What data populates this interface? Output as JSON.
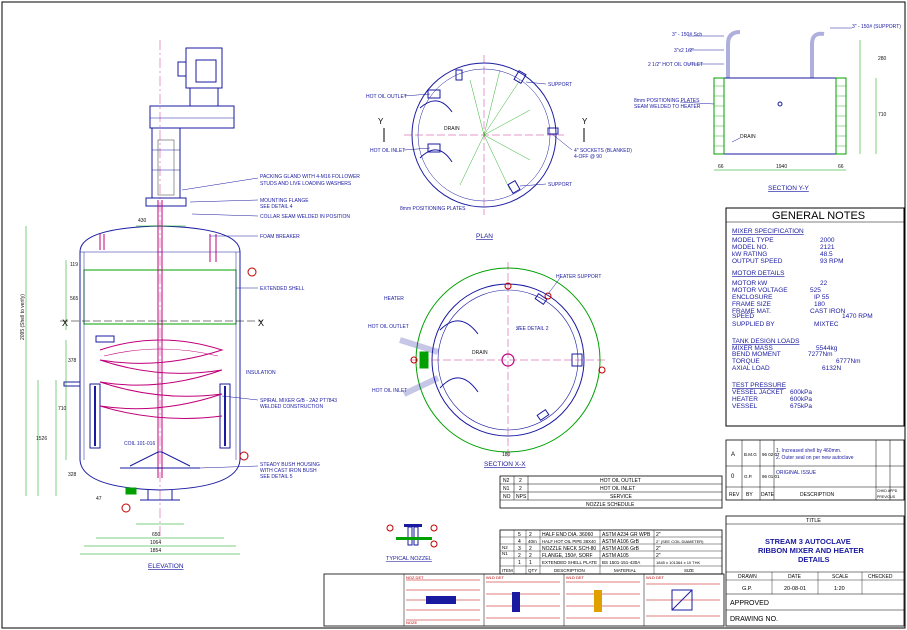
{
  "views": {
    "elevation": "ELEVATION",
    "plan": "PLAN",
    "section_xx": "SECTION X-X",
    "section_yy": "SECTION Y-Y",
    "typical_nozzel": "TYPICAL NOZZEL"
  },
  "elevation_labels": {
    "packing_gland": "PACKING GLAND WITH 4-M16 FOLLOWER",
    "packing_gland_2": "STUDS AND LIVE LOADING WASHERS",
    "mounting_flange": "MOUNTING FLANGE",
    "mounting_flange_2": "SEE DETAIL 4",
    "collar": "COLLAR SEAM WELDED IN POSITION",
    "foam_breaker": "FOAM BREAKER",
    "extended_shell": "EXTENDED SHELL",
    "spiral_mixer": "SPIRAL MIXER G/B - 2A2 PT7843",
    "spiral_mixer_2": "WELDED CONSTRUCTION",
    "steady_bush": "STEADY BUSH HOUSING",
    "steady_bush_2": "WITH CAST IRON BUSH",
    "steady_bush_3": "SEE DETAIL 5",
    "insulation": "INSULATION",
    "coil": "COIL 101-016",
    "dim_430": "430",
    "dim_119": "119",
    "dim_565": "565",
    "dim_2095": "2095 (Shell to verify)",
    "dim_1526": "1526",
    "dim_710": "710",
    "dim_378": "378",
    "dim_328": "328",
    "dim_47": "47",
    "dim_650": "650",
    "dim_1064": "1064",
    "dim_1854": "1854",
    "x": "X"
  },
  "plan_labels": {
    "hot_oil_outlet": "HOT OIL OUTLET",
    "hot_oil_inlet": "HOT OIL INLET",
    "support": "SUPPORT",
    "drain": "DRAIN",
    "sockets": "4\" SOCKETS (BLANKED)",
    "sockets_2": "4-OFF @ 90",
    "positioning": "8mm POSITIONING PLATES",
    "y": "Y"
  },
  "section_xx_labels": {
    "heater_support": "HEATER SUPPORT",
    "heater": "HEATER",
    "hot_oil_outlet": "HOT OIL OUTLET",
    "hot_oil_inlet": "HOT OIL INLET",
    "see_detail": "SEE DETAIL 2",
    "drain": "DRAIN",
    "angle": "180"
  },
  "section_yy_labels": {
    "pipe_3": "3\" - 150# Sch",
    "pipe_2": "3\"x2 1/2\"",
    "hot_oil_outlet": "2 1/2\" HOT OIL OUTLET",
    "support": "3\" - 150# (SUPPORT)",
    "positioning": "8mm POSITIONING PLATES",
    "positioning_2": "SEAM WELDED TO HEATER",
    "drain": "DRAIN",
    "dim_1940": "1940",
    "dim_66a": "66",
    "dim_66b": "66",
    "dim_280": "280",
    "dim_710": "710"
  },
  "general_notes": {
    "title": "GENERAL NOTES",
    "mixer_head": "MIXER SPECIFICATION",
    "mixer": [
      {
        "k": "MODEL TYPE",
        "v": "2000"
      },
      {
        "k": "MODEL NO.",
        "v": "2121"
      },
      {
        "k": "kW RATING",
        "v": "48.5"
      },
      {
        "k": "OUTPUT SPEED",
        "v": "93 RPM"
      }
    ],
    "motor_head": "MOTOR DETAILS",
    "motor": [
      {
        "k": "MOTOR kW",
        "v": "22"
      },
      {
        "k": "MOTOR VOLTAGE",
        "v": "525"
      },
      {
        "k": "ENCLOSURE",
        "v": "IP 55"
      },
      {
        "k": "FRAME SIZE",
        "v": "180"
      },
      {
        "k": "FRAME MAT.",
        "v": "CAST IRON"
      },
      {
        "k": "SPEED",
        "v": "1470 RPM"
      },
      {
        "k": "SUPPLIED BY",
        "v": "MIXTEC"
      }
    ],
    "tank_head": "TANK DESIGN LOADS",
    "tank": [
      {
        "k": "MIXER MASS",
        "v": "5544kg"
      },
      {
        "k": "BEND MOMENT",
        "v": "7277Nm"
      },
      {
        "k": "TORQUE",
        "v": "6777Nm"
      },
      {
        "k": "AXIAL LOAD",
        "v": "6132N"
      }
    ],
    "test_head": "TEST PRESSURE",
    "test": [
      {
        "k": "VESSEL JACKET",
        "v": "600kPa"
      },
      {
        "k": "HEATER",
        "v": "600kPa"
      },
      {
        "k": "VESSEL",
        "v": "675kPa"
      }
    ]
  },
  "revisions": {
    "rows": [
      {
        "rev": "A",
        "by": "B.M.G",
        "date": "96 02 07",
        "desc1": "1. Increased shell by 460mm.",
        "desc2": "2. Outer seal on per new autoclave"
      },
      {
        "rev": "0",
        "by": "G.P.",
        "date": "96 01 01",
        "desc1": "ORIGINAL ISSUE",
        "desc2": ""
      }
    ],
    "headers": {
      "rev": "REV",
      "by": "BY",
      "date": "DATE",
      "desc": "DESCRIPTION",
      "chk": "CHKD APPD",
      "prev": "PREVIOUS"
    }
  },
  "nozzle_schedule": {
    "title": "NOZZLE SCHEDULE",
    "headers": {
      "no": "NO",
      "size": "NPS",
      "service": "SERVICE"
    },
    "rows": [
      {
        "no": "N2",
        "size": "2",
        "service": "HOT OIL OUTLET"
      },
      {
        "no": "N1",
        "size": "2",
        "service": "HOT OIL INLET"
      }
    ]
  },
  "bom": {
    "rows": [
      {
        "item": "5",
        "qty": "2",
        "desc": "HALF END DIA. 36060",
        "mat": "ASTM A234 GR WPB",
        "size": "2\""
      },
      {
        "item": "4",
        "qty": "40m",
        "desc": "HALF HOT OIL PIPE 38X40",
        "mat": "ASTM A106 GrB",
        "size": "2\" (SEE COIL DIAMETER)"
      },
      {
        "item": "3",
        "qty": "2",
        "desc": "NOZZLE NECK SCH-80",
        "mat": "ASTM A106 GrB",
        "size": "2\""
      },
      {
        "item": "2",
        "qty": "2",
        "desc": "FLANGE, 150#, SORF",
        "mat": "ASTM A105",
        "size": "2\""
      },
      {
        "item": "1",
        "qty": "1",
        "desc": "EXTENDED SHELL PLATE",
        "mat": "BS 1501-151-430A",
        "size": "1845 x 101364 x 10 THK"
      }
    ],
    "headers": {
      "item": "ITEM",
      "qty": "QTY",
      "desc": "DESCRIPTION",
      "mat": "MATERIAL",
      "size": "SIZE"
    },
    "side": [
      "N2",
      "N1"
    ]
  },
  "title_block": {
    "title_lbl": "TITLE",
    "title1": "STREAM 3 AUTOCLAVE",
    "title2": "RIBBON MIXER AND HEATER",
    "title3": "DETAILS",
    "drawn_lbl": "DRAWN",
    "date_lbl": "DATE",
    "scale_lbl": "SCALE",
    "checked_lbl": "CHECKED",
    "drawn": "G.P.",
    "date": "20-08-01",
    "scale": "1:20",
    "approved": "APPROVED",
    "drawing_no": "DRAWING NO."
  },
  "weld_details": {
    "labels": [
      "NOZ DET",
      "WLD DET",
      "WLD DET",
      "WLD DET",
      "NOZE"
    ]
  }
}
